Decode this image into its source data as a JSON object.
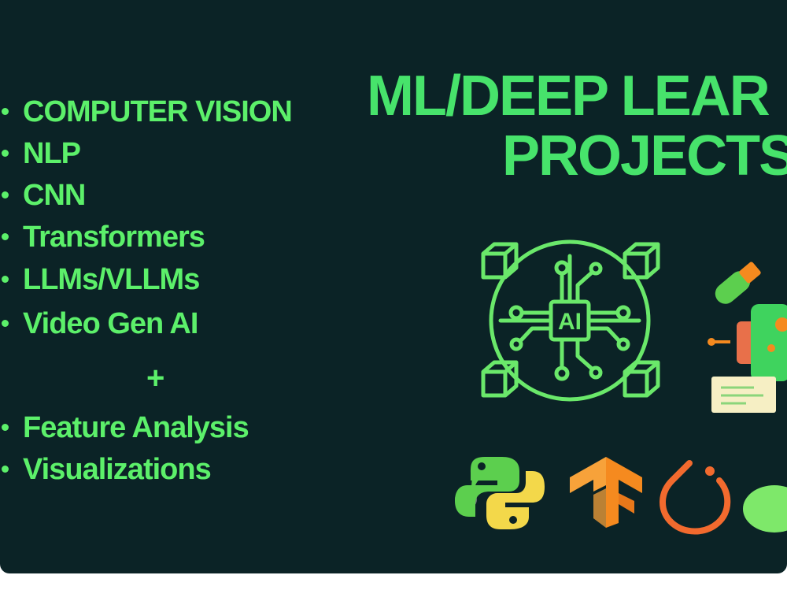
{
  "list": {
    "items": [
      {
        "label": "COMPUTER VISION"
      },
      {
        "label": "NLP"
      },
      {
        "label": "CNN"
      },
      {
        "label": "Transformers"
      },
      {
        "label": "LLMs/VLLMs"
      },
      {
        "label": "Video Gen AI"
      }
    ],
    "separator": "+",
    "items_after": [
      {
        "label": "Feature Analysis"
      },
      {
        "label": "Visualizations"
      }
    ]
  },
  "heading": {
    "line1": "ML/DEEP LEAR",
    "line2": "PROJECTS"
  },
  "chip_label": "AI",
  "icons": [
    "ai-chip-icon",
    "robot-icon",
    "python-logo-icon",
    "tensorflow-logo-icon",
    "pytorch-logo-icon",
    "green-blob-icon"
  ],
  "colors": {
    "background": "#0b2326",
    "text_green": "#5cf06a",
    "title_green": "#47e36b",
    "tensorflow_orange": "#f58a1f",
    "python_green": "#5ccf4e",
    "python_yellow": "#f3d84a"
  }
}
